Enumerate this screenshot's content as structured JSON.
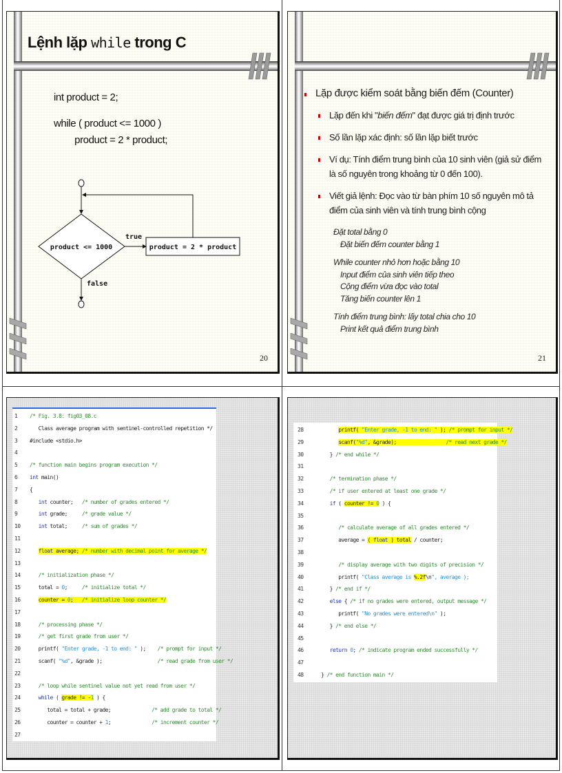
{
  "slides": [
    {
      "page_number": "20",
      "title": {
        "prefix": "Lệnh lặp ",
        "keyword": "while",
        "suffix": " trong C"
      },
      "code_lines": [
        "int product = 2;",
        "while ( product <= 1000 )",
        "        product = 2 * product;"
      ],
      "flowchart": {
        "condition": "product <= 1000",
        "action": "product = 2 * product",
        "true_label": "true",
        "false_label": "false"
      }
    },
    {
      "page_number": "21",
      "bullet": "Lặp được kiểm soát bằng biến đếm (Counter)",
      "sub_bullets": [
        {
          "pre": "Lặp đến khi \"",
          "em": "biến đếm",
          "post": "\" đạt được giá trị định trước"
        },
        {
          "text": "Số lần lặp xác định: số lần lặp biết trước"
        },
        {
          "text": "Ví dụ:  Tính điểm trung bình của 10 sinh viên (giả sử điểm là số nguyên trong khoảng từ 0 đến 100)."
        },
        {
          "text": "Viết giả lệnh:  Đọc vào từ bàn phím 10 số nguyên mô tả điểm của sinh viên và tính trung bình cộng"
        }
      ],
      "pseudocode": [
        {
          "text": "Đặt  total bằng 0",
          "indent": false
        },
        {
          "text": "Đặt biến đếm counter  bằng 1",
          "indent": true
        },
        {
          "text": "While  counter  nhỏ hơn hoặc bằng 10",
          "indent": false
        },
        {
          "text": "Input điểm của sinh viên tiếp theo",
          "indent": true
        },
        {
          "text": "Cộng điểm vừa đọc vào  total",
          "indent": true
        },
        {
          "text": "Tăng biến  counter lên 1",
          "indent": true
        },
        {
          "text": "Tính điểm trung bình: lấy total chia cho 10",
          "indent": false
        },
        {
          "text": "Print  kết quả điểm trung bình",
          "indent": true
        }
      ]
    },
    {
      "code": [
        {
          "n": "1",
          "text": "/* Fig. 3.8: fig03_08.c"
        },
        {
          "n": "2",
          "text": "   Class average program with sentinel-controlled repetition */"
        },
        {
          "n": "3",
          "text": "#include <stdio.h>"
        },
        {
          "n": "4",
          "text": ""
        },
        {
          "n": "5",
          "text": "/* function main begins program execution */"
        },
        {
          "n": "6",
          "text": "int main()"
        },
        {
          "n": "7",
          "text": "{"
        },
        {
          "n": "8",
          "text": "   int counter;   /* number of grades entered */"
        },
        {
          "n": "9",
          "text": "   int grade;     /* grade value */"
        },
        {
          "n": "10",
          "text": "   int total;     /* sum of grades */"
        },
        {
          "n": "11",
          "text": ""
        },
        {
          "n": "12",
          "text": "   float average; /* number with decimal point for average */"
        },
        {
          "n": "13",
          "text": ""
        },
        {
          "n": "14",
          "text": "   /* initialization phase */"
        },
        {
          "n": "15",
          "text": "   total = 0;     /* initialize total */"
        },
        {
          "n": "16",
          "text": "   counter = 0;   /* initialize loop counter */"
        },
        {
          "n": "17",
          "text": ""
        },
        {
          "n": "18",
          "text": "   /* processing phase */"
        },
        {
          "n": "19",
          "text": "   /* get first grade from user */"
        },
        {
          "n": "20",
          "text": "   printf( \"Enter grade, -1 to end: \" );    /* prompt for input */"
        },
        {
          "n": "21",
          "text": "   scanf( \"%d\", &grade );                   /* read grade from user */"
        },
        {
          "n": "22",
          "text": ""
        },
        {
          "n": "23",
          "text": "   /* loop while sentinel value not yet read from user */"
        },
        {
          "n": "24",
          "text": "   while ( grade != -1 ) {"
        },
        {
          "n": "25",
          "text": "      total = total + grade;              /* add grade to total */"
        },
        {
          "n": "26",
          "text": "      counter = counter + 1;              /* increment counter */"
        },
        {
          "n": "27",
          "text": ""
        }
      ]
    },
    {
      "code": [
        {
          "n": "28",
          "text": "      printf( \"Enter grade, -1 to end: \" ); /* prompt for input */"
        },
        {
          "n": "29",
          "text": "      scanf(\"%d\", &grade);                 /* read next grade */"
        },
        {
          "n": "30",
          "text": "   } /* end while */"
        },
        {
          "n": "31",
          "text": ""
        },
        {
          "n": "32",
          "text": "   /* termination phase */"
        },
        {
          "n": "33",
          "text": "   /* if user entered at least one grade */"
        },
        {
          "n": "34",
          "text": "   if ( counter != 0 ) {"
        },
        {
          "n": "35",
          "text": ""
        },
        {
          "n": "36",
          "text": "      /* calculate average of all grades entered */"
        },
        {
          "n": "37",
          "text": "      average = ( float ) total / counter;"
        },
        {
          "n": "38",
          "text": ""
        },
        {
          "n": "39",
          "text": "      /* display average with two digits of precision */"
        },
        {
          "n": "40",
          "text": "      printf( \"Class average is %.2f\\n\", average );"
        },
        {
          "n": "41",
          "text": "   } /* end if */"
        },
        {
          "n": "42",
          "text": "   else { /* if no grades were entered, output message */"
        },
        {
          "n": "43",
          "text": "      printf( \"No grades were entered\\n\" );"
        },
        {
          "n": "44",
          "text": "   } /* end else */"
        },
        {
          "n": "45",
          "text": ""
        },
        {
          "n": "46",
          "text": "   return 0; /* indicate program ended successfully */"
        },
        {
          "n": "47",
          "text": ""
        },
        {
          "n": "48",
          "text": "} /* end function main */"
        }
      ]
    }
  ],
  "colors": {
    "bullet": "#cc0000",
    "highlight": "#ffff00",
    "comment": "#2e8b2e",
    "keyword": "#2233bb",
    "string": "#2a8fd6",
    "code_top_rule": "#2c6be0"
  }
}
